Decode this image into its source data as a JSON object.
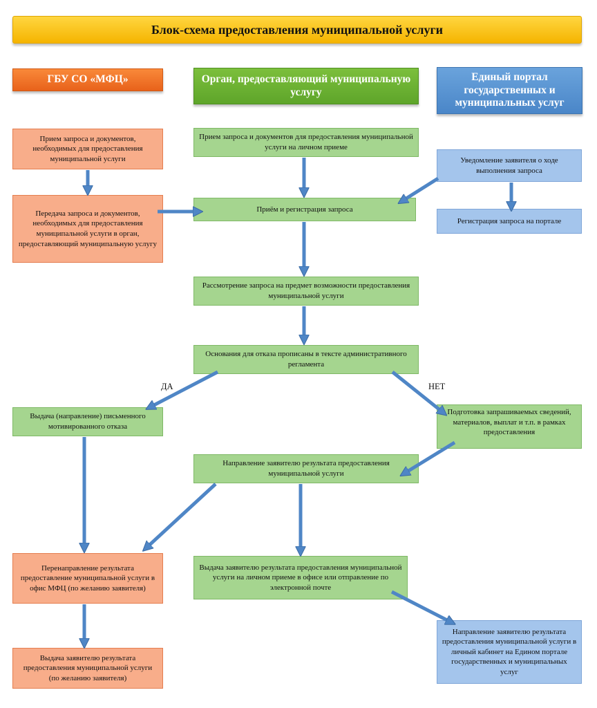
{
  "title": "Блок-схема предоставления муниципальной услуги",
  "lanes": {
    "mfc": "ГБУ СО «МФЦ»",
    "organ": "Орган, предоставляющий муниципальную услугу",
    "portal": "Единый портал государственных и муниципальных услуг"
  },
  "nodes": {
    "mfc_receive": "Прием запроса и документов, необходимых для предоставления муниципальной услуги",
    "mfc_transfer": "Передача запроса и документов, необходимых для предоставления муниципальной услуги в орган, предоставляющий муниципальную услугу",
    "organ_receive": "Прием запроса и документов для предоставления муниципальной услуги на личном приеме",
    "organ_register": "Приём и регистрация запроса",
    "portal_notify": "Уведомление заявителя о ходе выполнения запроса",
    "portal_register": "Регистрация запроса на портале",
    "organ_review": "Рассмотрение запроса на предмет возможности предоставления муниципальной услуги",
    "organ_grounds": "Основания для отказа прописаны в тексте административного регламента",
    "refusal": "Выдача (направление) письменного мотивированного отказа",
    "preparation": "Подготовка запрашиваемых сведений, материалов, выплат и т.п. в рамках предоставления",
    "send_result": "Направление заявителю результата предоставления муниципальной услуги",
    "mfc_redirect": "Перенаправление результата предоставление муниципальной услуги в офис МФЦ (по желанию заявителя)",
    "organ_issue": "Выдача заявителю результата предоставления муниципальной услуги на личном приеме в офисе или отправление по электронной почте",
    "mfc_issue": "Выдача заявителю результата предоставления муниципальной услуги (по желанию заявителя)",
    "portal_send": "Направление заявителю результата предоставления муниципальной услуги в личный кабинет на Едином портале государственных и муниципальных услуг"
  },
  "labels": {
    "yes": "ДА",
    "no": "НЕТ"
  },
  "colors": {
    "orange": "#f8ad8a",
    "green": "#a5d58f",
    "blue": "#a4c5ec",
    "arrow": "#4f86c6"
  }
}
